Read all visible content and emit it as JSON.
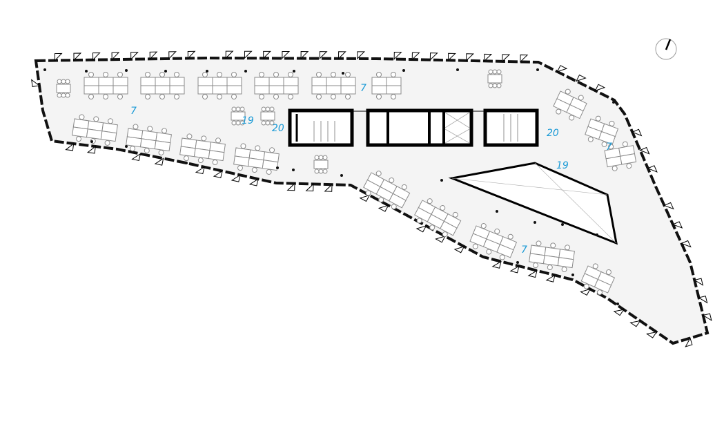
{
  "plan": {
    "label_color": "#1a9ad6",
    "room_labels": {
      "workspace_a": "7",
      "workspace_b": "7",
      "workspace_c": "7",
      "workspace_d": "7",
      "meeting_a": "19",
      "meeting_b": "19",
      "core_a": "20",
      "core_b": "20"
    },
    "north_arrow_icon": "north-arrow-icon"
  }
}
